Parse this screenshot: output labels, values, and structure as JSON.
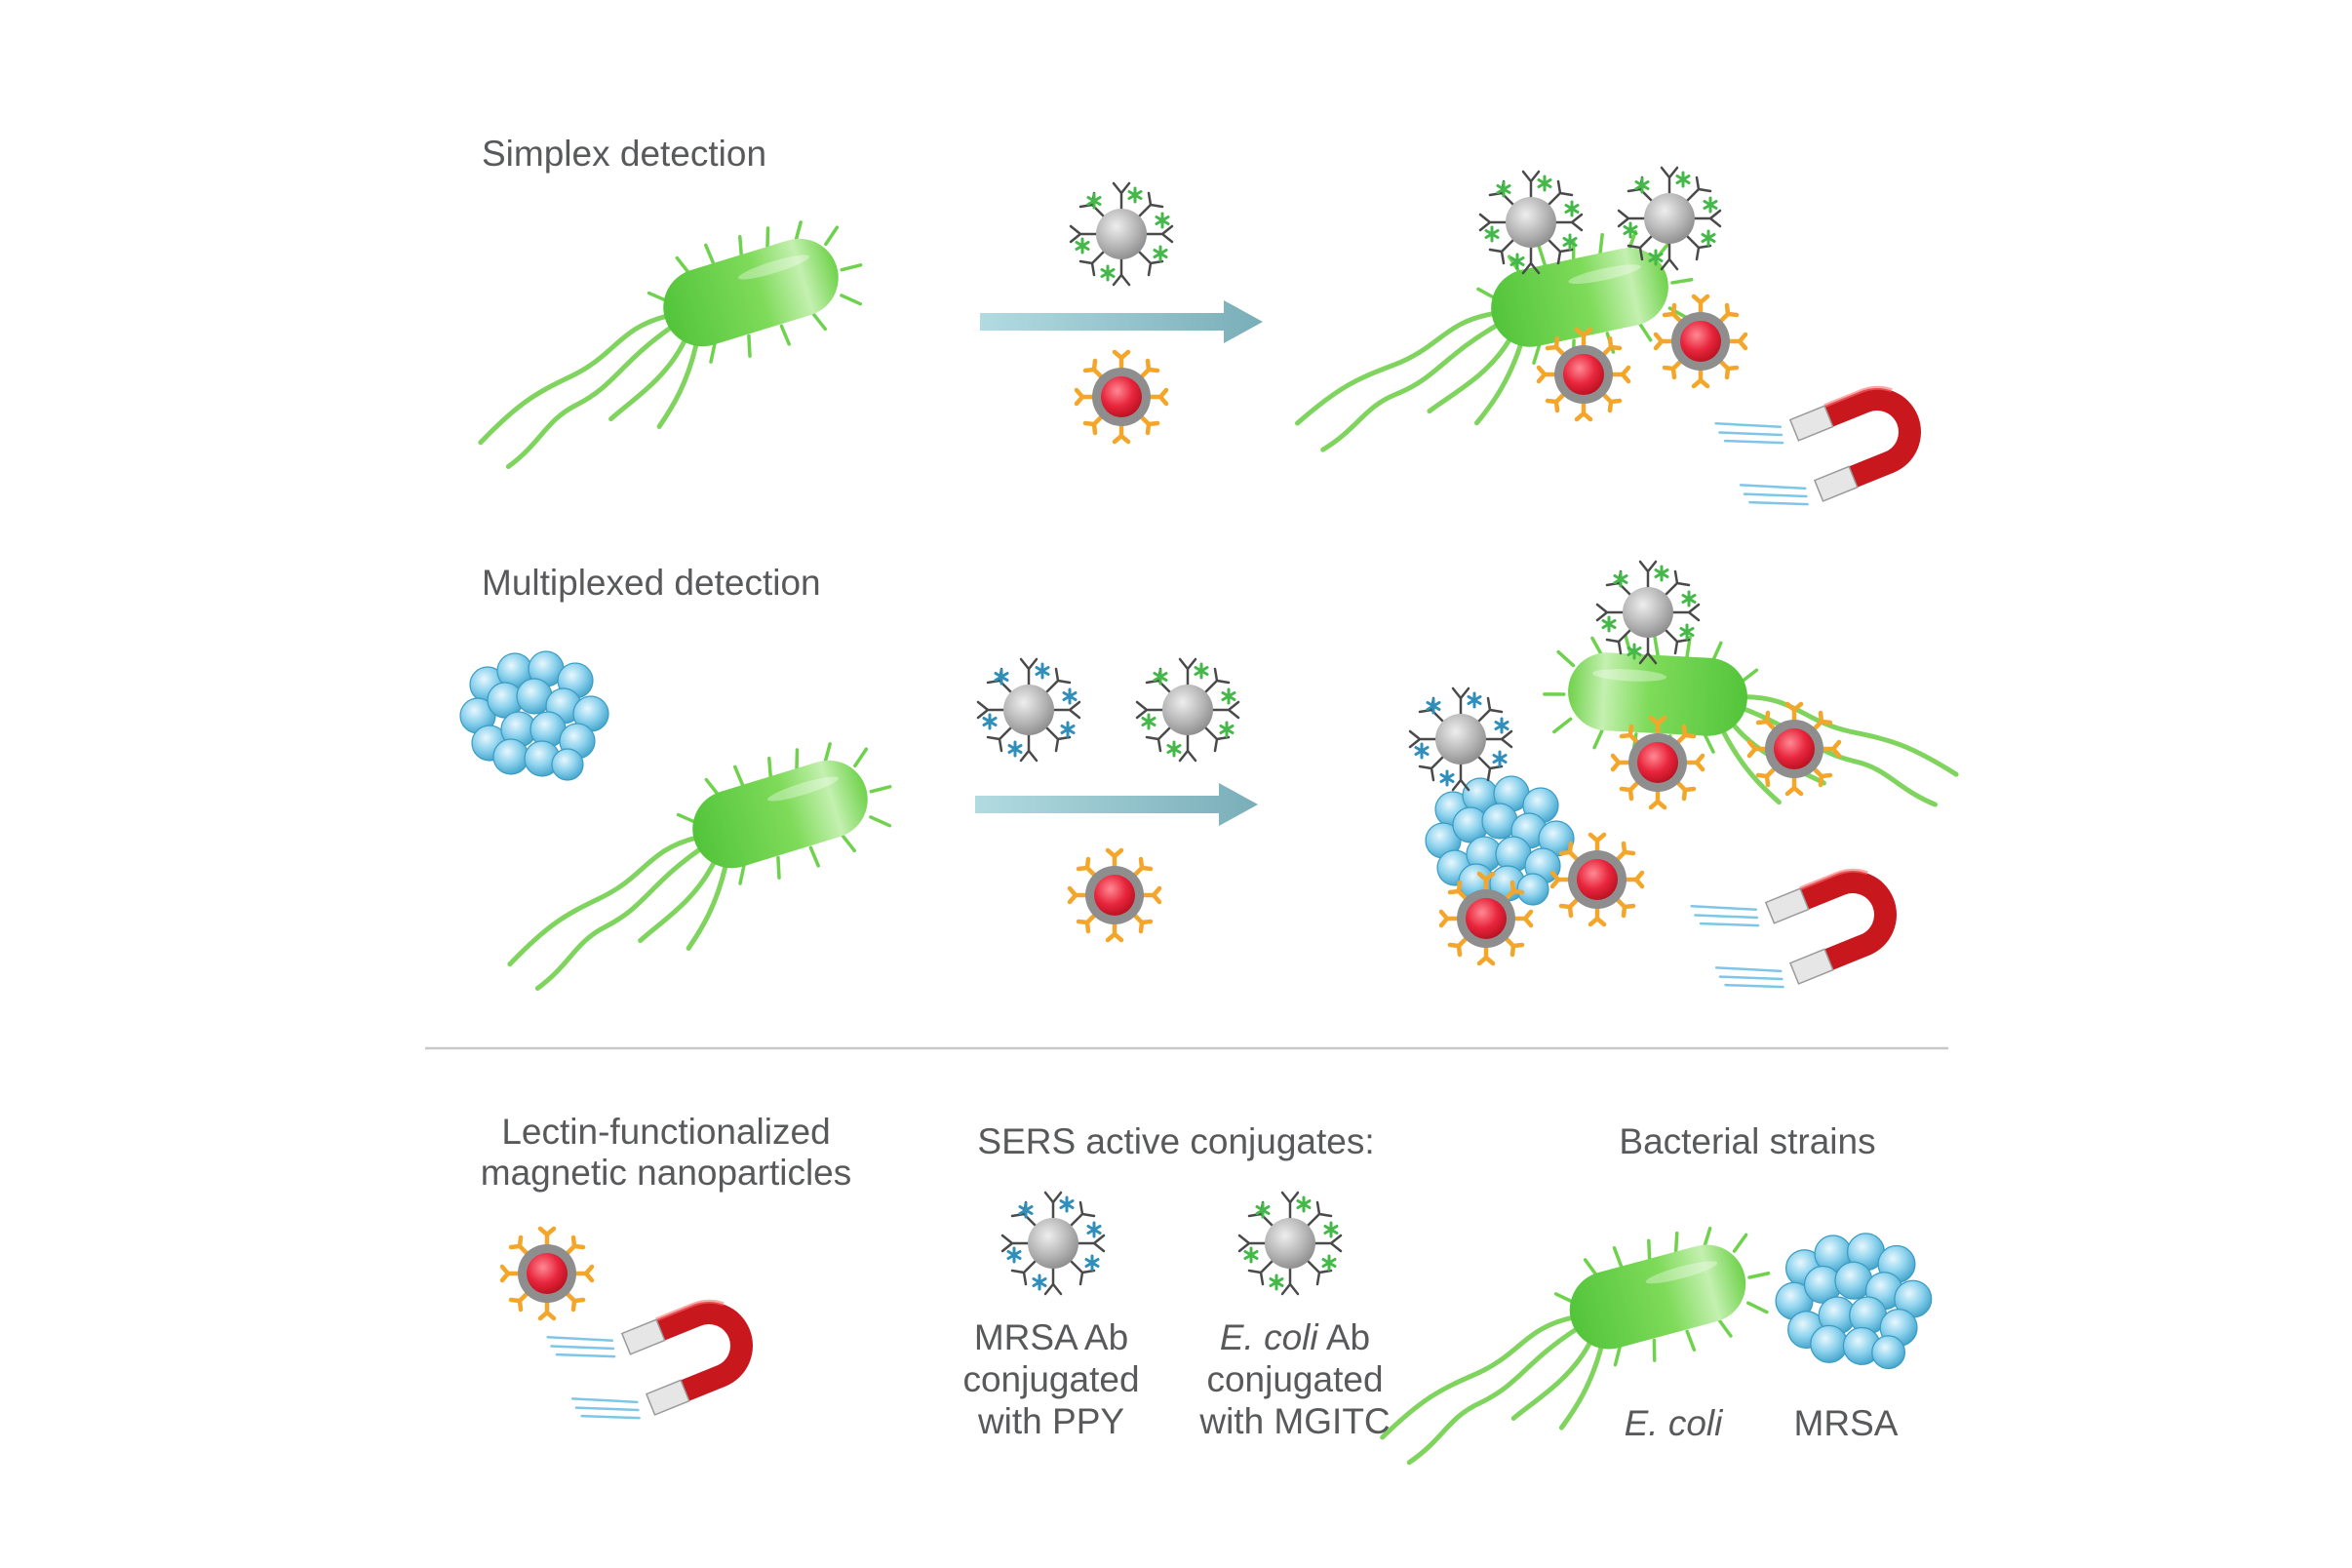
{
  "simplex": {
    "title": "Simplex detection"
  },
  "multiplexed": {
    "title": "Multiplexed detection"
  },
  "legend": {
    "magnetic": {
      "line1": "Lectin-functionalized",
      "line2": "magnetic nanoparticles"
    },
    "sers": {
      "title": "SERS active conjugates:",
      "mrsa": {
        "line1": "MRSA Ab",
        "line2": "conjugated",
        "line3": "with PPY"
      },
      "ecoli": {
        "line1_italic": "E. coli",
        "line1_rest": " Ab",
        "line2": "conjugated",
        "line3": "with MGITC"
      }
    },
    "bacteria": {
      "title": "Bacterial strains",
      "ecoli": "E. coli",
      "mrsa": "MRSA"
    }
  },
  "colors": {
    "ecoli_green": "#6fd24a",
    "mrsa_blue": "#6cc3e3",
    "arrow": "#8cbfc7",
    "magnet_red": "#c8181e",
    "particle_core": "#e8253c",
    "lectin_orange": "#f4a62a",
    "ab_green_star": "#44b848",
    "ab_blue_star": "#2f8fba",
    "divider": "#c8c8c8"
  },
  "icons": [
    "ecoli-bacterium-icon",
    "mrsa-cluster-icon",
    "magnet-icon",
    "magnetic-nanoparticle-icon",
    "sers-conjugate-icon",
    "reaction-arrow-icon"
  ]
}
